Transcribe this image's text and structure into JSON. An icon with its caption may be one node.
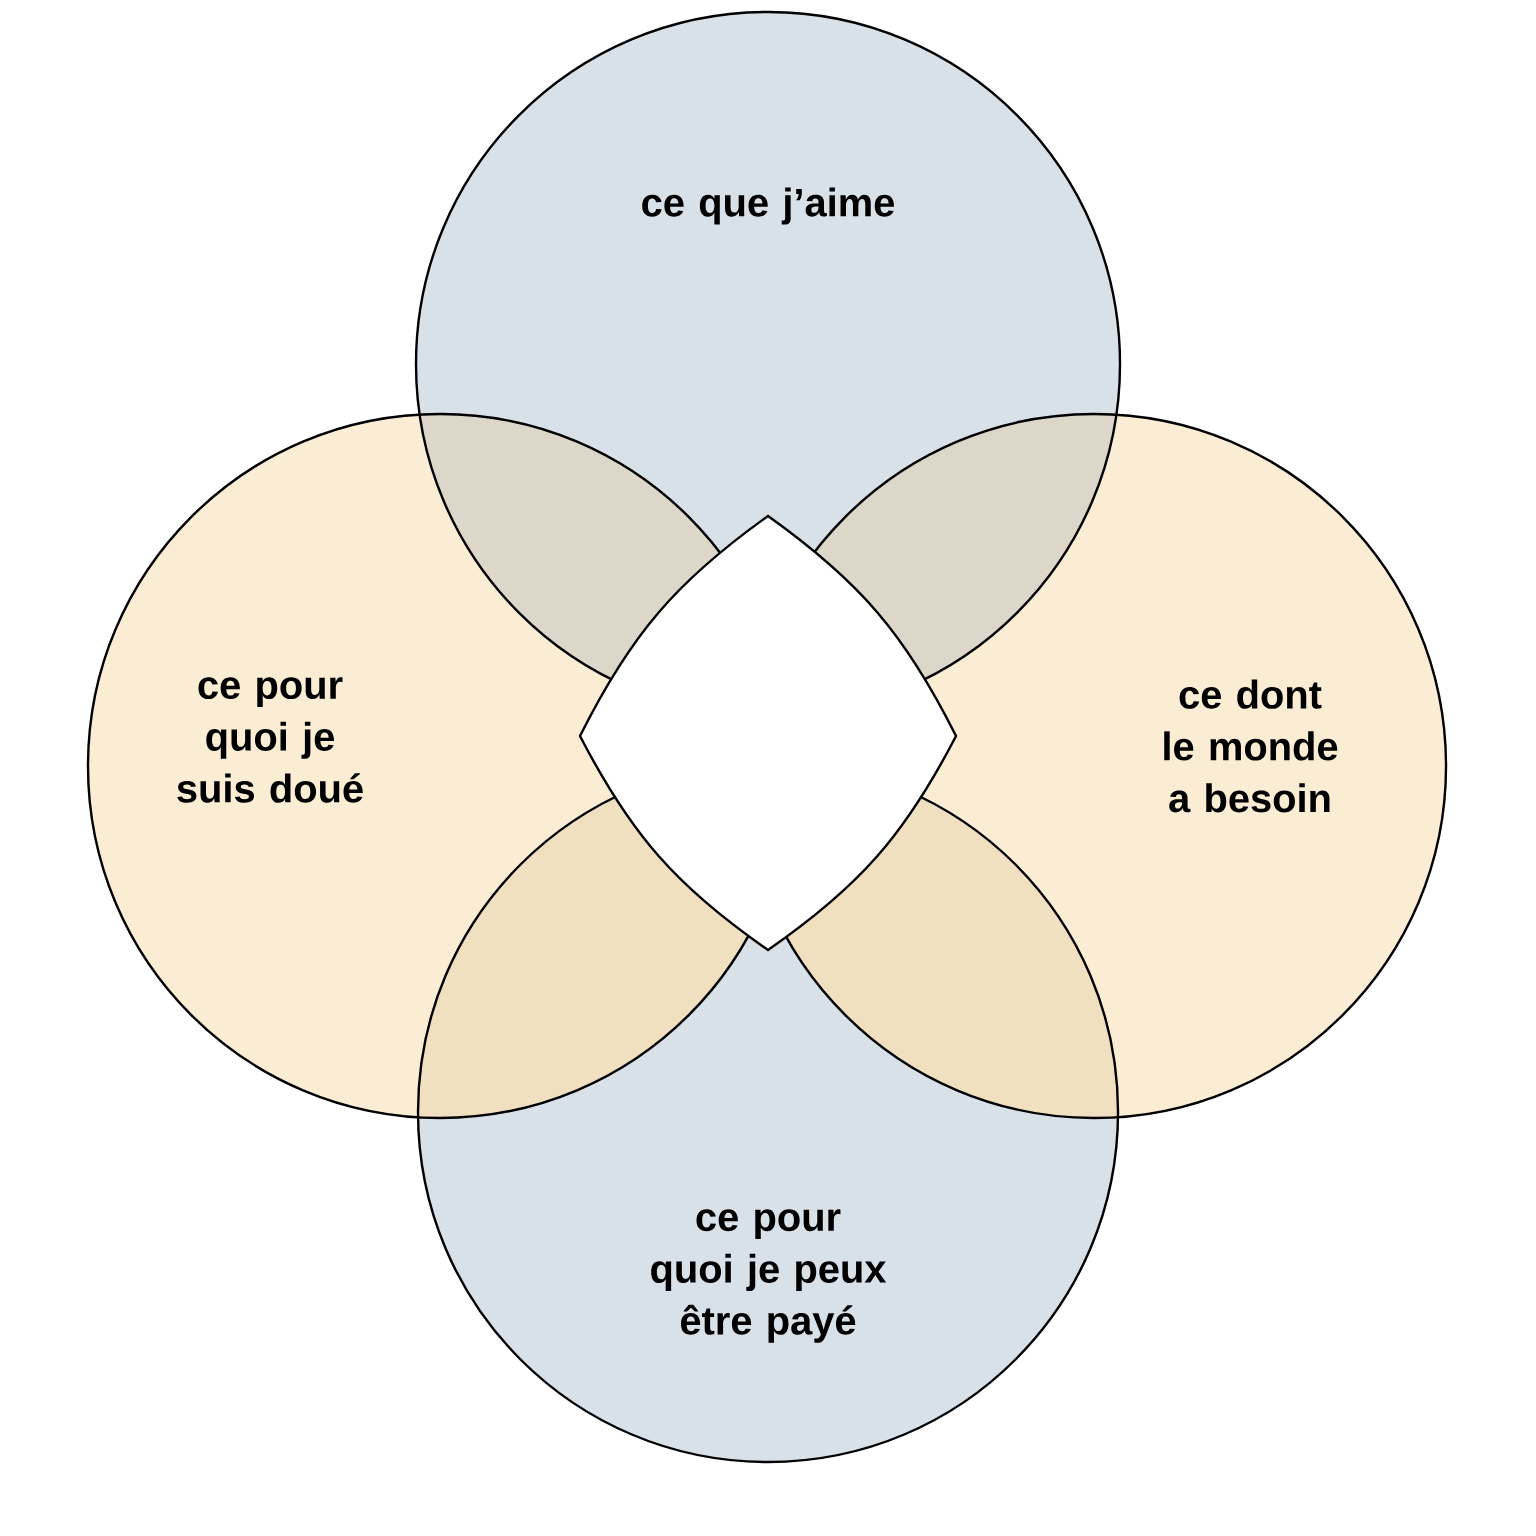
{
  "diagram": {
    "nodes": [
      {
        "text": [
          "ce que j’aime"
        ]
      },
      {
        "text": [
          "ce pour quoi je suis doué"
        ]
      },
      {
        "text": [
          "ce dont le monde a besoin"
        ]
      },
      {
        "text": [
          "ce pour quoi je peux être payé"
        ]
      }
    ]
  }
}
